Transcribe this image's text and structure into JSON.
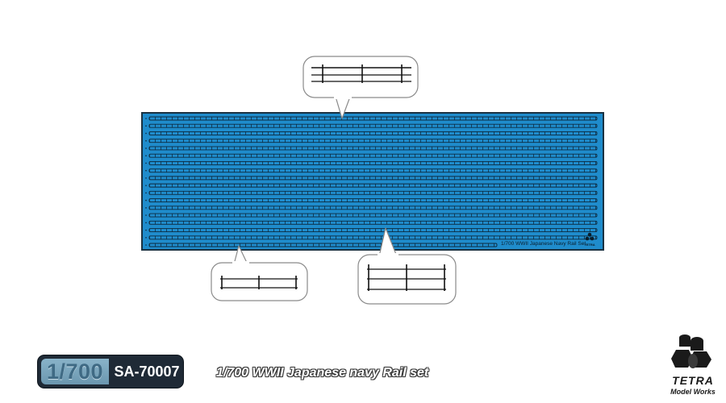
{
  "sheet": {
    "label": "1/700 WWII Japanese Navy Rail Set",
    "brand_mark": "TETRA",
    "row_count": 18,
    "colors": {
      "sheet": "#1f8ccc",
      "sheet_border": "#1a3242",
      "rail": "#0d2a3f",
      "callout_stroke": "#8a8a8a"
    }
  },
  "footer": {
    "scale": "1/700",
    "code": "SA-70007",
    "title": "1/700 WWII Japanese navy Rail set"
  },
  "brand": {
    "name": "TETRA",
    "subtitle": "Model Works"
  }
}
